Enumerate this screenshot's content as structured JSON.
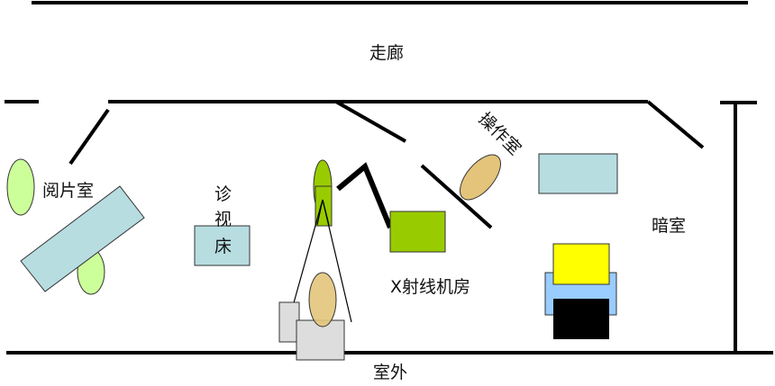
{
  "labels": {
    "corridor": "走廊",
    "reading_room": "阅片室",
    "exam_bed_1": "诊",
    "exam_bed_2": "视",
    "exam_bed_3": "床",
    "control_room": "操作室",
    "xray_room": "X射线机房",
    "darkroom": "暗室",
    "outside": "室外"
  },
  "colors": {
    "light_green": "#ccff99",
    "green": "#99cc00",
    "light_blue": "#b7dde1",
    "tan": "#e3c47a",
    "gray": "#dddddd",
    "yellow": "#ffff00",
    "sky_blue": "#99ccff",
    "black": "#000000"
  }
}
